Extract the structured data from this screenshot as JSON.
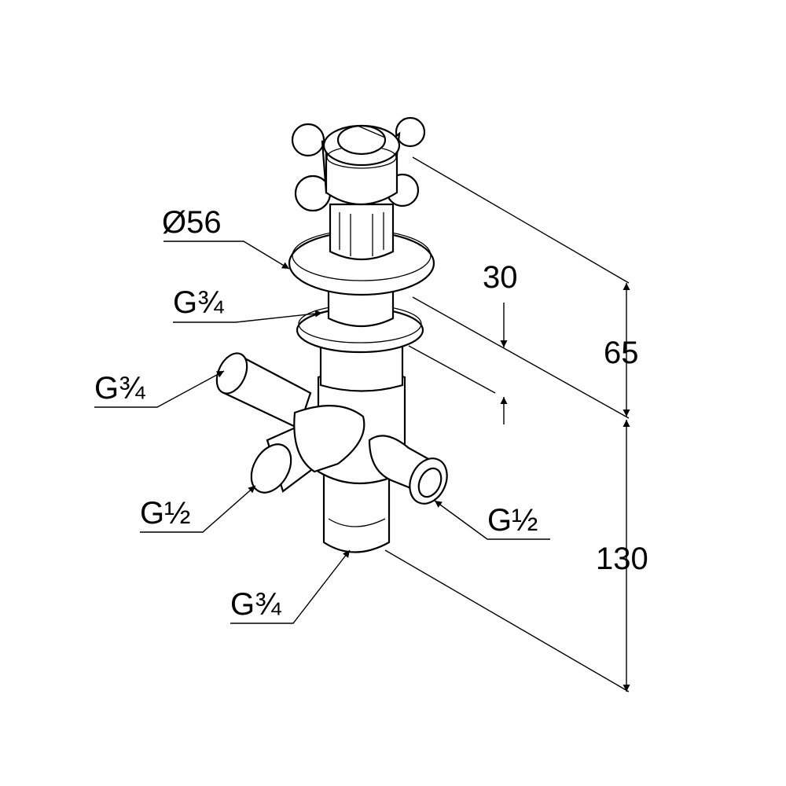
{
  "drawing": {
    "labels": {
      "rosette_diameter": "Ø56",
      "thread_upper": "G¾",
      "thread_left_inlet": "G¾",
      "thread_left_outlet": "G½",
      "thread_right_outlet": "G½",
      "thread_bottom": "G¾"
    },
    "dimensions": {
      "depth_offset": "30",
      "handle_height": "65",
      "body_height": "130"
    },
    "line_color": "#000000",
    "background_color": "#ffffff"
  }
}
